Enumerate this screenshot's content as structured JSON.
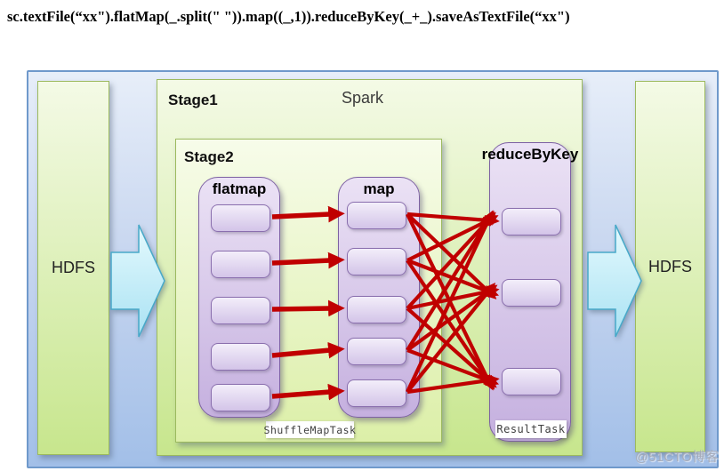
{
  "code_line": "sc.textFile(“xx\").flatMap(_.split(\" \")).map((_,1)).reduceByKey(_+_).saveAsTextFile(“xx\")",
  "watermark": "@51CTO博客",
  "labels": {
    "hdfs_left": "HDFS",
    "hdfs_right": "HDFS",
    "stage1": "Stage1",
    "spark": "Spark",
    "stage2": "Stage2",
    "flatmap": "flatmap",
    "map": "map",
    "reduce_by_key": "reduceByKey",
    "shuffle_map_task": "ShuffleMapTask",
    "result_task": "ResultTask"
  },
  "structure": {
    "flatmap_task_count": 5,
    "map_task_count": 5,
    "reduce_task_count": 3,
    "flatmap_to_map": "one-to-one",
    "map_to_reduce": "all-to-all-shuffle",
    "flow": [
      "HDFS",
      "flatmap",
      "map",
      "reduceByKey",
      "HDFS"
    ]
  },
  "colors": {
    "outer_bg_top": "#e7eef9",
    "outer_bg_bottom": "#a2bfe8",
    "outer_border": "#6f99cb",
    "green_top": "#f4fae6",
    "green_bottom": "#c7e68d",
    "green_border": "#9cba5e",
    "purple_top": "#ebe2f5",
    "purple_bottom": "#c5b0df",
    "purple_border": "#7d61a3",
    "task_top": "#f3eefa",
    "task_bottom": "#d3c4e8",
    "task_border": "#8a6fae",
    "arrow_red": "#c00000",
    "cyan_fill_top": "#e4f9fd",
    "cyan_fill_bottom": "#a9e2f3",
    "cyan_border": "#48a9c9"
  }
}
